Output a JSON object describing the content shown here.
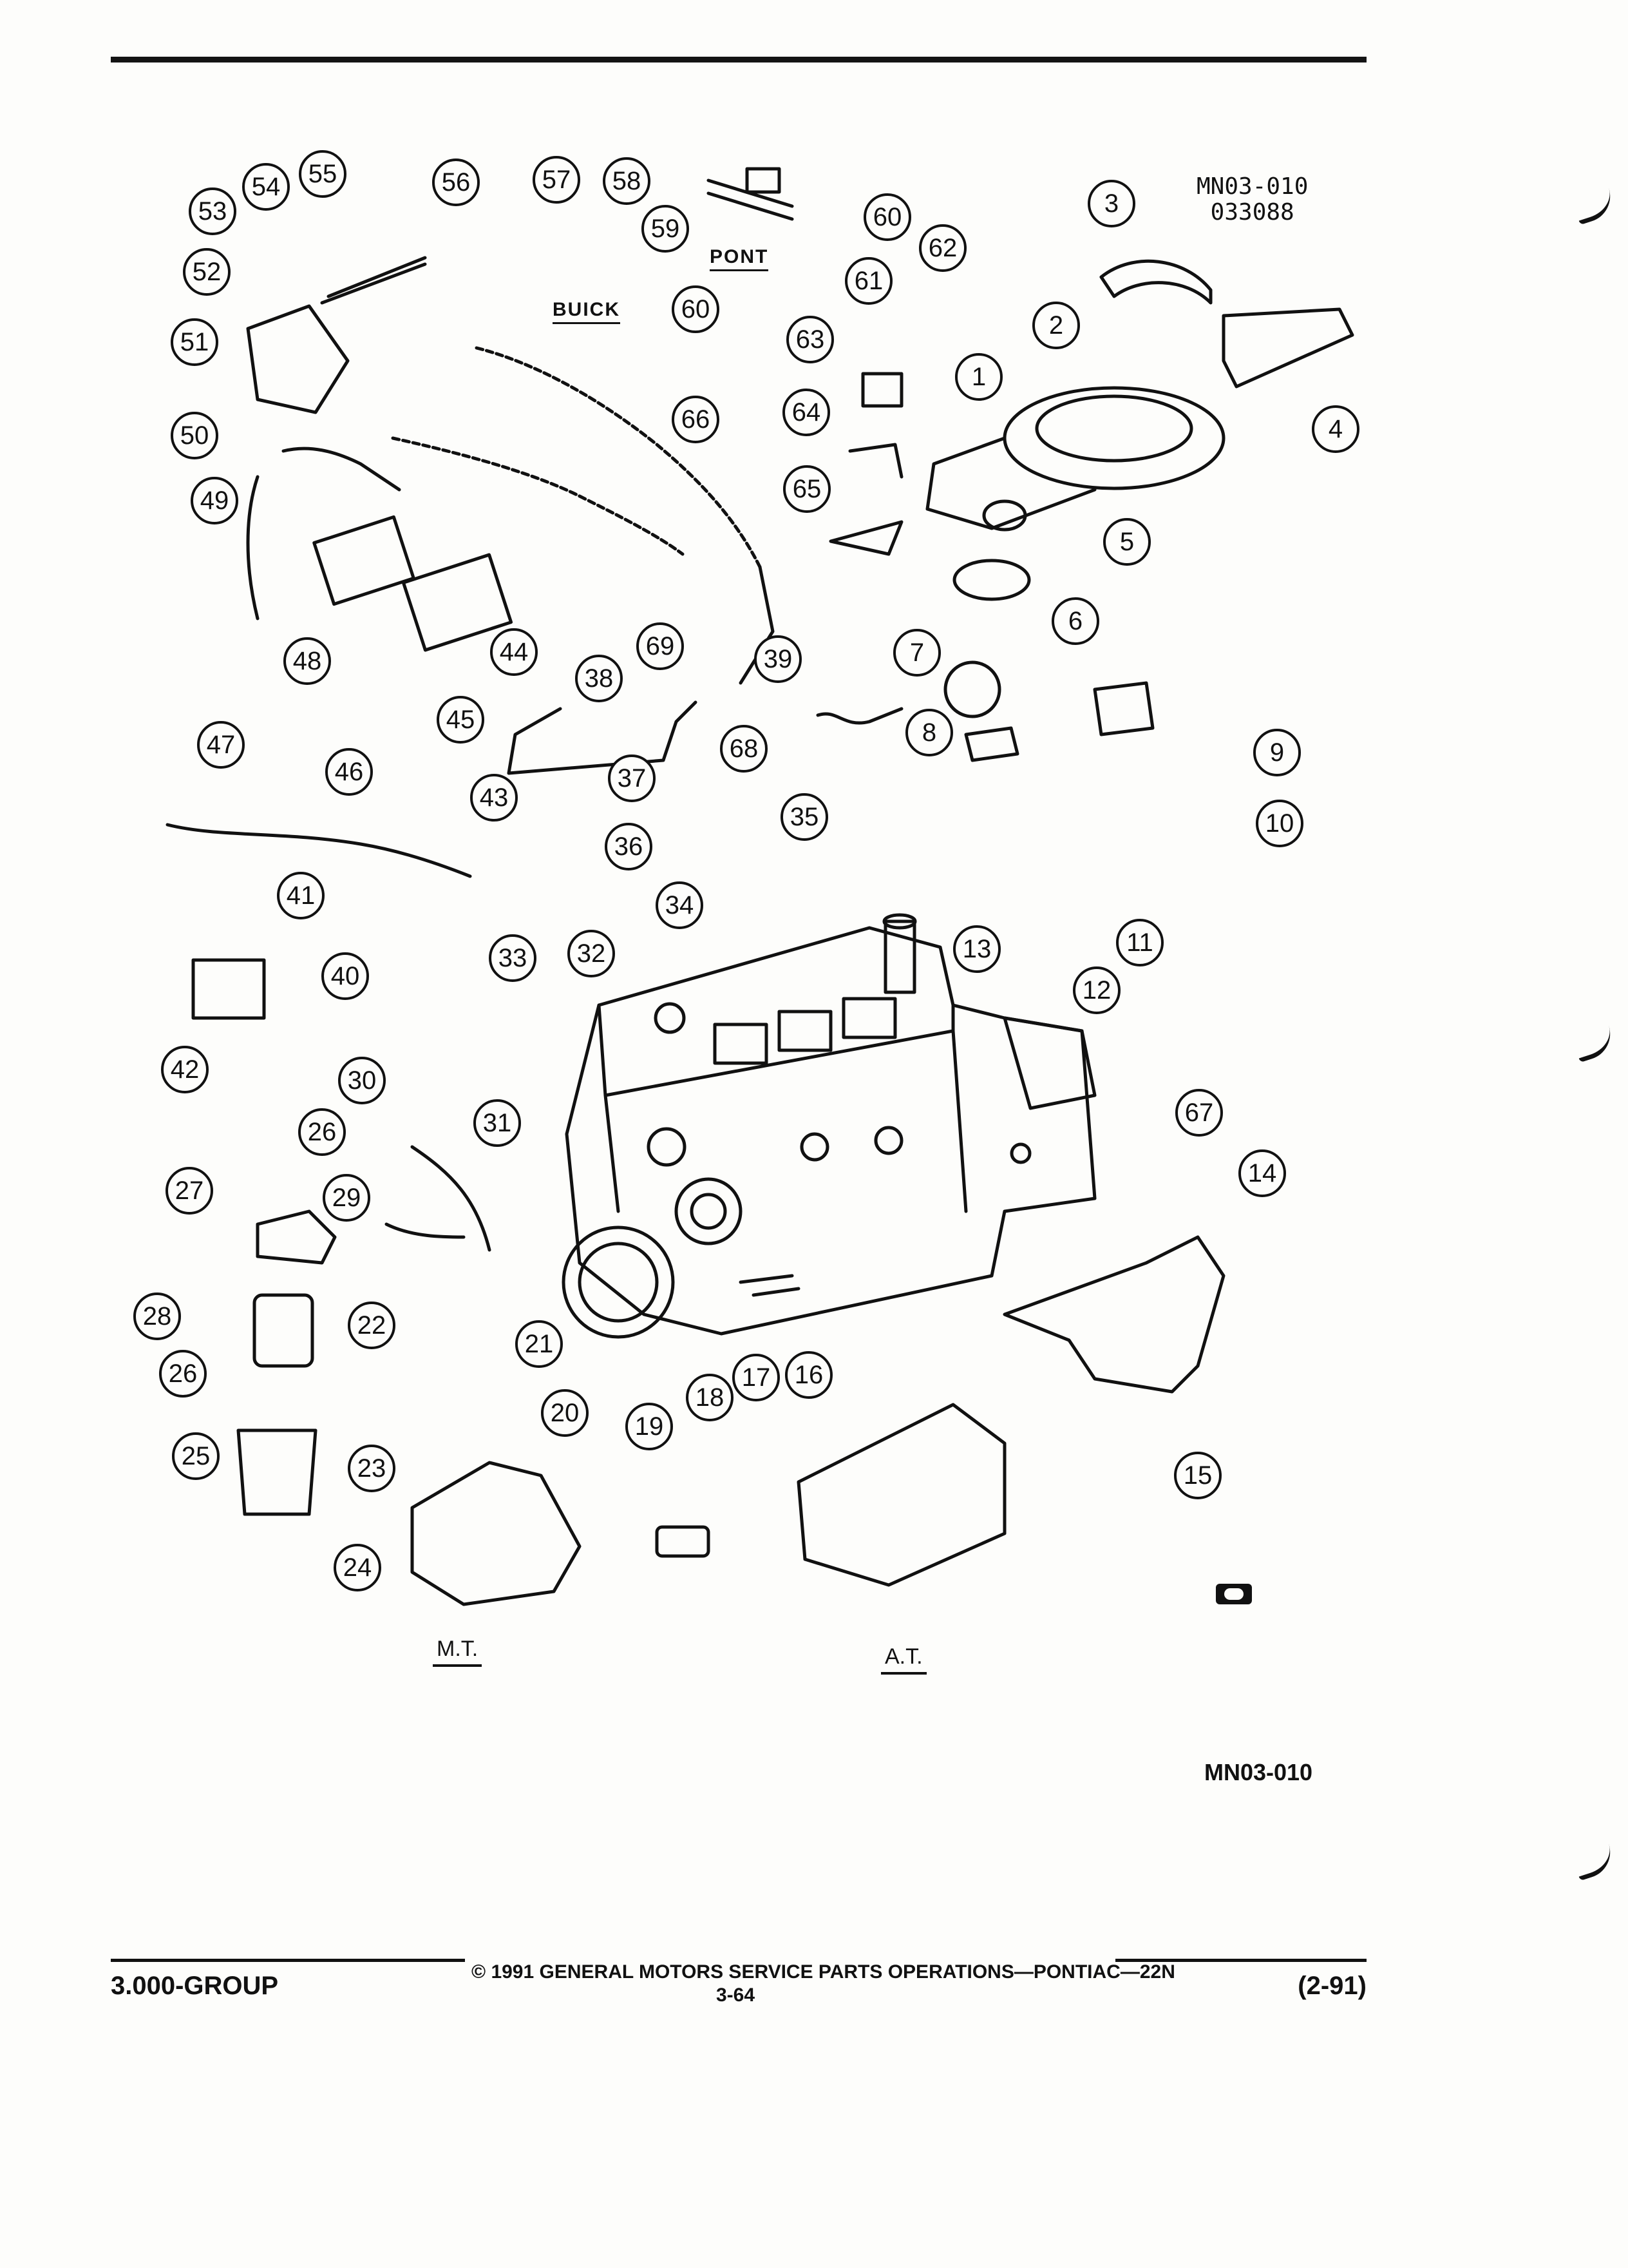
{
  "document": {
    "figure_ref_top": [
      "MN03-010",
      "033088"
    ],
    "figure_ref_bottom": "MN03-010",
    "labels": {
      "pont": "PONT",
      "buick": "BUICK",
      "manual_transmission": "M.T.",
      "automatic_transmission": "A.T."
    }
  },
  "callouts": [
    {
      "num": "1"
    },
    {
      "num": "2"
    },
    {
      "num": "3"
    },
    {
      "num": "4"
    },
    {
      "num": "5"
    },
    {
      "num": "6"
    },
    {
      "num": "7"
    },
    {
      "num": "8"
    },
    {
      "num": "9"
    },
    {
      "num": "10"
    },
    {
      "num": "11"
    },
    {
      "num": "12"
    },
    {
      "num": "13"
    },
    {
      "num": "14"
    },
    {
      "num": "15"
    },
    {
      "num": "16"
    },
    {
      "num": "17"
    },
    {
      "num": "18"
    },
    {
      "num": "19"
    },
    {
      "num": "20"
    },
    {
      "num": "21"
    },
    {
      "num": "22"
    },
    {
      "num": "23"
    },
    {
      "num": "24"
    },
    {
      "num": "25"
    },
    {
      "num": "26"
    },
    {
      "num": "26"
    },
    {
      "num": "27"
    },
    {
      "num": "28"
    },
    {
      "num": "29"
    },
    {
      "num": "30"
    },
    {
      "num": "31"
    },
    {
      "num": "32"
    },
    {
      "num": "33"
    },
    {
      "num": "34"
    },
    {
      "num": "35"
    },
    {
      "num": "36"
    },
    {
      "num": "37"
    },
    {
      "num": "38"
    },
    {
      "num": "39"
    },
    {
      "num": "40"
    },
    {
      "num": "41"
    },
    {
      "num": "42"
    },
    {
      "num": "43"
    },
    {
      "num": "44"
    },
    {
      "num": "45"
    },
    {
      "num": "46"
    },
    {
      "num": "47"
    },
    {
      "num": "48"
    },
    {
      "num": "49"
    },
    {
      "num": "50"
    },
    {
      "num": "51"
    },
    {
      "num": "52"
    },
    {
      "num": "53"
    },
    {
      "num": "54"
    },
    {
      "num": "55"
    },
    {
      "num": "56"
    },
    {
      "num": "57"
    },
    {
      "num": "58"
    },
    {
      "num": "59"
    },
    {
      "num": "60"
    },
    {
      "num": "60"
    },
    {
      "num": "61"
    },
    {
      "num": "62"
    },
    {
      "num": "63"
    },
    {
      "num": "64"
    },
    {
      "num": "65"
    },
    {
      "num": "66"
    },
    {
      "num": "67"
    },
    {
      "num": "68"
    },
    {
      "num": "69"
    }
  ],
  "footer": {
    "group": "3.000-GROUP",
    "copyright": "© 1991 GENERAL MOTORS SERVICE PARTS OPERATIONS—PONTIAC—22N",
    "page": "3-64",
    "date_code": "(2-91)"
  }
}
